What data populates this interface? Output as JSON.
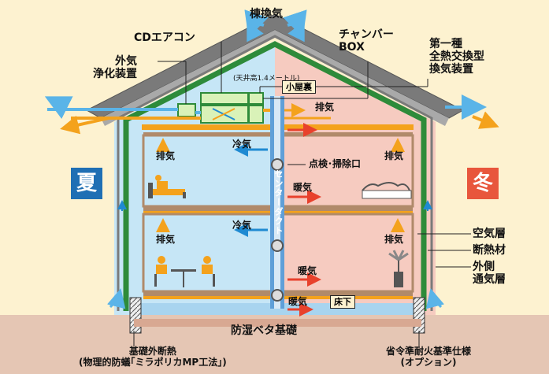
{
  "labels": {
    "ventilation_top": "棟換気",
    "cd_aircon": "CDエアコン",
    "chamber_box": "チャンバー\nBOX",
    "outdoor_purifier": "外気\n浄化装置",
    "heat_exchanger": "第一種\n全熱交換型\n換気装置",
    "ceiling_height": "(天井高1.4メートル)",
    "attic": "小屋裏",
    "exhaust": "排気",
    "cool_air": "冷気",
    "warm_air": "暖気",
    "inspection_port": "点検･掃除口",
    "center_duct": "センターダクト",
    "underfloor": "床下",
    "air_layer": "空気層",
    "insulation": "断熱材",
    "outer_ventilation": "外側\n通気層",
    "foundation": "防湿ベタ基礎",
    "foundation_insulation": "基礎外断熱\n(物理的防蟻｢ミラポリカMP工法｣)",
    "fire_spec": "省令準耐火基準仕様\n(オプション)"
  },
  "seasons": {
    "summer": "夏",
    "winter": "冬"
  },
  "colors": {
    "summer_fill": "#c6e6f6",
    "winter_fill": "#f6cbc0",
    "wall_green": "#2e8b3a",
    "roof_gray": "#6a6a6a",
    "duct_orange": "#f4a21c",
    "cool_blue": "#1f8ad2",
    "warm_red": "#e8412c",
    "summer_badge": "#1f6fb4",
    "winter_badge": "#e8563c",
    "ground": "#e5c6b4"
  }
}
